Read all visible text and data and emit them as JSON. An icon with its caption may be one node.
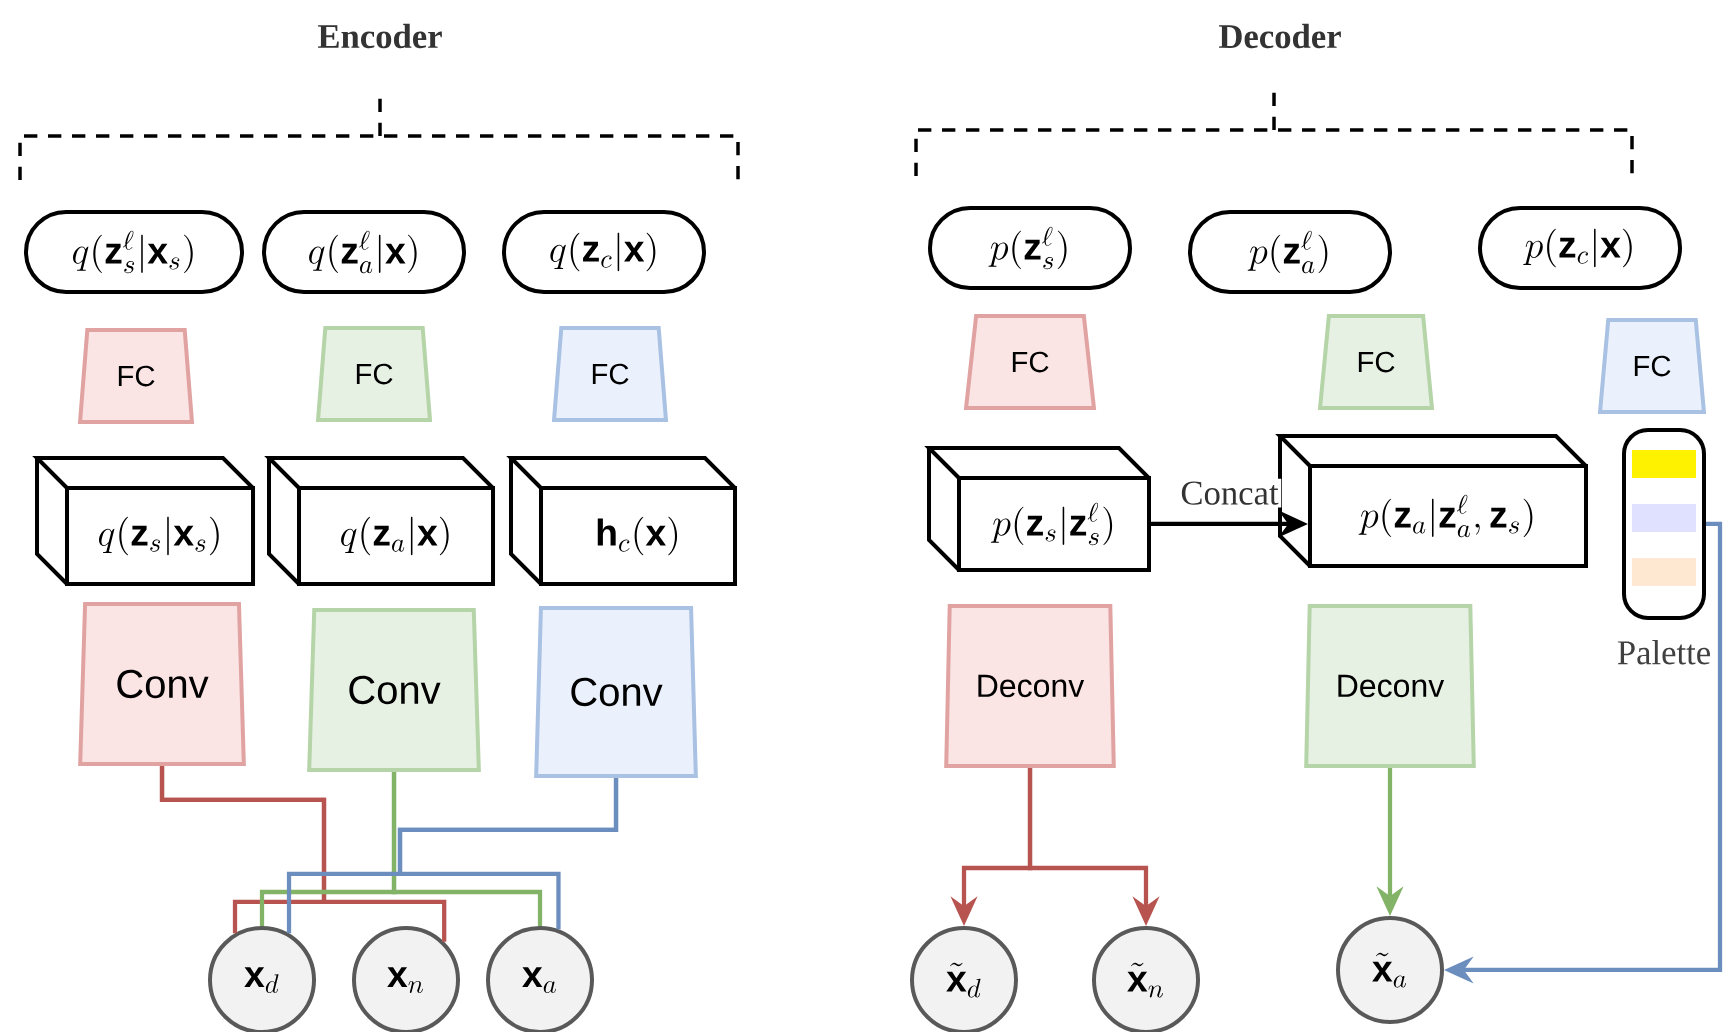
{
  "diagram": {
    "nodes": [
      {
        "text": [
          "q(\\mathbf{z}_s^{\\ell}|\\mathbf{x}_s)"
        ]
      },
      {
        "text": [
          "q(\\mathbf{z}_a^{\\ell}|\\mathbf{x})"
        ]
      },
      {
        "text": [
          "q(\\mathbf{z}_c|\\mathbf{x})"
        ]
      },
      {
        "text": [
          "FC"
        ]
      },
      {
        "text": [
          "FC"
        ]
      },
      {
        "text": [
          "FC"
        ]
      },
      {
        "text": [
          "q(\\mathbf{z}_s|\\mathbf{x}_s)"
        ]
      },
      {
        "text": [
          "q(\\mathbf{z}_a|\\mathbf{x})"
        ]
      },
      {
        "text": [
          "\\mathbf{h}_c(\\mathbf{x})"
        ]
      },
      {
        "text": [
          "Conv"
        ]
      },
      {
        "text": [
          "Conv"
        ]
      },
      {
        "text": [
          "Conv"
        ]
      },
      {
        "text": [
          "\\mathbf{x}_d"
        ]
      },
      {
        "text": [
          "\\mathbf{x}_n"
        ]
      },
      {
        "text": [
          "\\mathbf{x}_a"
        ]
      },
      {
        "text": [
          "p(\\mathbf{z}_s^{\\ell})"
        ]
      },
      {
        "text": [
          "p(\\mathbf{z}_a^{\\ell})"
        ]
      },
      {
        "text": [
          "p(\\mathbf{z}_c|\\mathbf{x})"
        ]
      },
      {
        "text": [
          "FC"
        ]
      },
      {
        "text": [
          "FC"
        ]
      },
      {
        "text": [
          "FC"
        ]
      },
      {
        "text": [
          "p(\\mathbf{z}_s|\\mathbf{z}_s^{\\ell})"
        ]
      },
      {
        "text": [
          "p(\\mathbf{z}_a|\\mathbf{z}_a^{\\ell},\\mathbf{z}_s)"
        ]
      },
      {
        "text": [],
        "shape": "box",
        "beside": [
          "Palette"
        ]
      },
      {
        "text": [
          "Deconv"
        ]
      },
      {
        "text": [
          "Deconv"
        ]
      },
      {
        "text": [
          "\\tilde{\\mathbf{x}}_d"
        ]
      },
      {
        "text": [
          "\\tilde{\\mathbf{x}}_n"
        ]
      },
      {
        "text": [
          "\\tilde{\\mathbf{x}}_a"
        ]
      }
    ],
    "edges": [
      {
        "from": 9,
        "to": 12,
        "arrow": "none",
        "color": "#b85450"
      },
      {
        "from": 9,
        "to": 13,
        "arrow": "none",
        "color": "#b85450"
      },
      {
        "from": 10,
        "to": 12,
        "arrow": "none",
        "color": "#82b366"
      },
      {
        "from": 10,
        "to": 14,
        "arrow": "none",
        "color": "#82b366"
      },
      {
        "from": 11,
        "to": 12,
        "arrow": "none",
        "color": "#6c8ebf"
      },
      {
        "from": 11,
        "to": 14,
        "arrow": "none",
        "color": "#6c8ebf"
      },
      {
        "from": 21,
        "to": 22,
        "arrow": "to",
        "label": "Concat",
        "color": "#000000"
      },
      {
        "from": 24,
        "to": 26,
        "arrow": "to",
        "color": "#b85450"
      },
      {
        "from": 24,
        "to": 27,
        "arrow": "to",
        "color": "#b85450"
      },
      {
        "from": 25,
        "to": 28,
        "arrow": "to",
        "color": "#82b366"
      },
      {
        "from": 23,
        "to": 28,
        "arrow": "to",
        "color": "#6c8ebf"
      }
    ],
    "labels": [
      "Encoder",
      "Decoder"
    ]
  }
}
